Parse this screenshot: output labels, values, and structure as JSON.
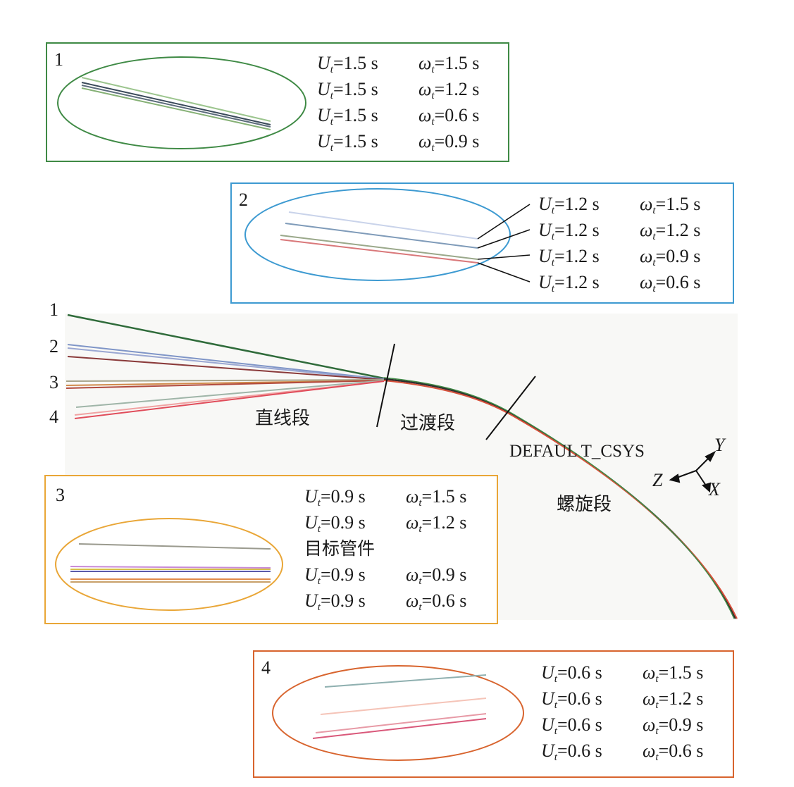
{
  "panel1": {
    "number": "1",
    "border": "#3f8a45",
    "rows": [
      {
        "u": "=1.5 s",
        "w": "=1.5 s"
      },
      {
        "u": "=1.5 s",
        "w": "=1.2 s"
      },
      {
        "u": "=1.5 s",
        "w": "=0.6 s"
      },
      {
        "u": "=1.5 s",
        "w": "=0.9 s"
      }
    ]
  },
  "panel2": {
    "number": "2",
    "border": "#3d9ad1",
    "rows": [
      {
        "u": "=1.2 s",
        "w": "=1.5 s"
      },
      {
        "u": "=1.2 s",
        "w": "=1.2 s"
      },
      {
        "u": "=1.2 s",
        "w": "=0.9 s"
      },
      {
        "u": "=1.2 s",
        "w": "=0.6 s"
      }
    ]
  },
  "panel3": {
    "number": "3",
    "border": "#e9a637",
    "rows": [
      {
        "u": "=0.9 s",
        "w": "=1.5 s"
      },
      {
        "u": "=0.9 s",
        "w": "=1.2 s"
      },
      {
        "target": "目标管件"
      },
      {
        "u": "=0.9 s",
        "w": "=0.9 s"
      },
      {
        "u": "=0.9 s",
        "w": "=0.6 s"
      }
    ]
  },
  "panel4": {
    "number": "4",
    "border": "#d8642e",
    "rows": [
      {
        "u": "=0.6 s",
        "w": "=1.5 s"
      },
      {
        "u": "=0.6 s",
        "w": "=1.2 s"
      },
      {
        "u": "=0.6 s",
        "w": "=0.9 s"
      },
      {
        "u": "=0.6 s",
        "w": "=0.6 s"
      }
    ]
  },
  "main": {
    "line_numbers": [
      "1",
      "2",
      "3",
      "4"
    ],
    "segment_straight": "直线段",
    "segment_transition": "过渡段",
    "segment_spiral": "螺旋段",
    "csys_label": "DEFAUL T_CSYS",
    "axis_y": "Y",
    "axis_z": "Z",
    "axis_x": "X"
  },
  "symbols": {
    "u": "U",
    "w": "ω",
    "sub": "t"
  }
}
